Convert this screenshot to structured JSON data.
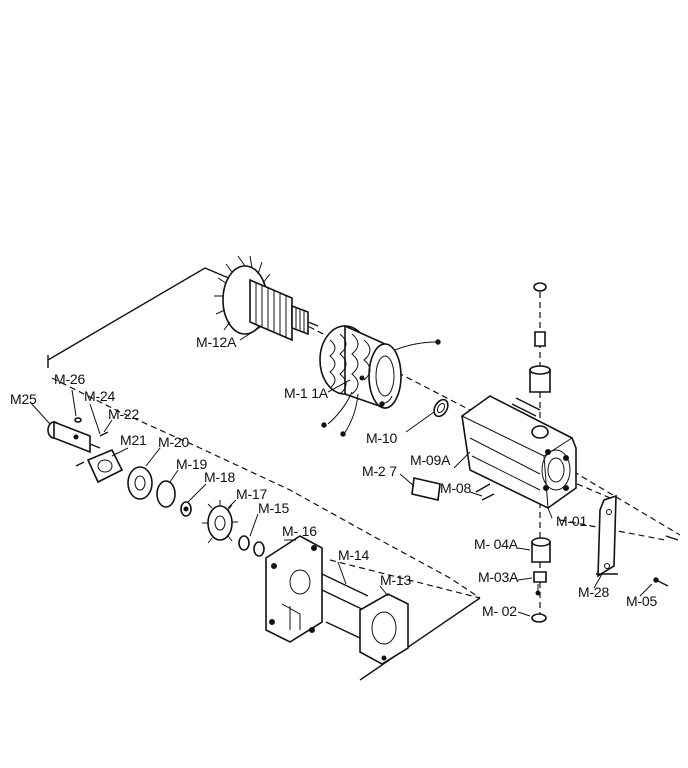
{
  "labels": {
    "m12a": "M-12A",
    "m11a": "M-1 1A",
    "m10": "M-10",
    "m26": "M-26",
    "m25": "M25",
    "m24": "M-24",
    "m22": "M-22",
    "m21": "M21",
    "m20": "M-20",
    "m19": "M-19",
    "m18": "M-18",
    "m17": "M-17",
    "m15": "M-15",
    "m16": "M- 16",
    "m14": "M-14",
    "m13": "M-13",
    "m27": "M-2 7",
    "m09a": "M-09A",
    "m08": "M-08",
    "m01": "M-01",
    "m04a": "M- 04A",
    "m03a": "M-03A",
    "m02": "M- 02",
    "m28": "M-28",
    "m05": "M-05"
  }
}
